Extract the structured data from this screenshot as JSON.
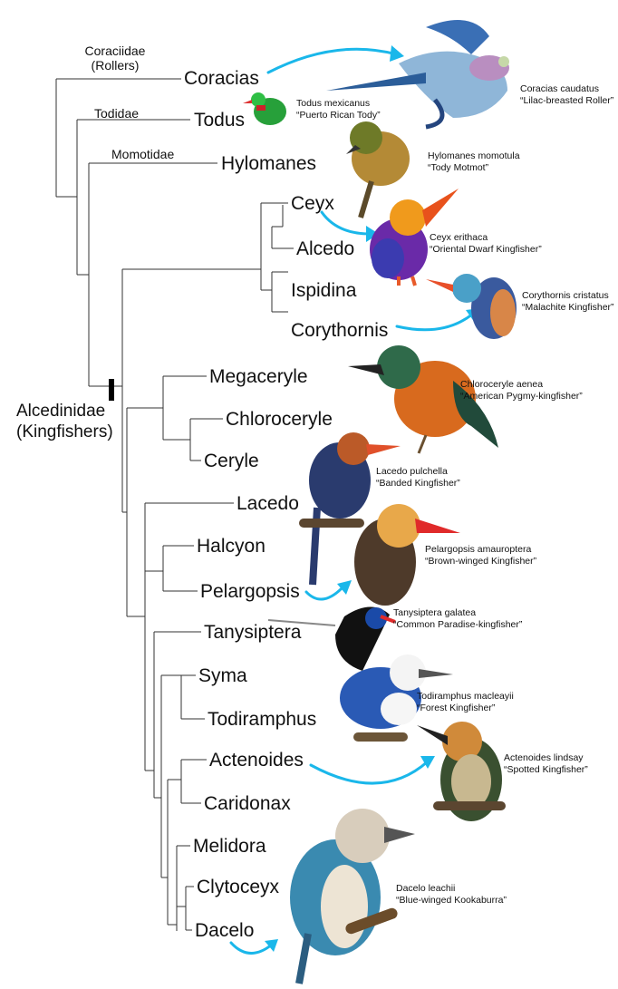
{
  "families": {
    "coraciidae": {
      "name": "Coraciidae",
      "common": "(Rollers)"
    },
    "todidae": {
      "name": "Todidae"
    },
    "momotidae": {
      "name": "Momotidae"
    },
    "alcedinidae": {
      "name": "Alcedinidae",
      "common": "(Kingfishers)"
    }
  },
  "genera": [
    "Coracias",
    "Todus",
    "Hylomanes",
    "Ceyx",
    "Alcedo",
    "Ispidina",
    "Corythornis",
    "Megaceryle",
    "Chloroceryle",
    "Ceryle",
    "Lacedo",
    "Halcyon",
    "Pelargopsis",
    "Tanysiptera",
    "Syma",
    "Todiramphus",
    "Actenoides",
    "Caridonax",
    "Melidora",
    "Clytoceyx",
    "Dacelo"
  ],
  "species": [
    {
      "sci": "Coracias caudatus",
      "common": "“Lilac-breasted Roller”"
    },
    {
      "sci": "Todus mexicanus",
      "common": "“Puerto Rican Tody”"
    },
    {
      "sci": "Hylomanes momotula",
      "common": "“Tody Motmot”"
    },
    {
      "sci": "Ceyx erithaca",
      "common": "“Oriental Dwarf Kingfisher”"
    },
    {
      "sci": "Corythornis cristatus",
      "common": "“Malachite Kingfisher”"
    },
    {
      "sci": "Chloroceryle aenea",
      "common": "“American Pygmy-kingfisher”"
    },
    {
      "sci": "Lacedo pulchella",
      "common": "“Banded Kingfisher”"
    },
    {
      "sci": "Pelargopsis amauroptera",
      "common": "“Brown-winged Kingfisher”"
    },
    {
      "sci": "Tanysiptera galatea",
      "common": "“Common Paradise-kingfisher”"
    },
    {
      "sci": "Todiramphus macleayii",
      "common": "“Forest Kingfisher”"
    },
    {
      "sci": "Actenoides lindsay",
      "common": "“Spotted Kingfisher”"
    },
    {
      "sci": "Dacelo leachii",
      "common": "“Blue-winged Kookaburra”"
    }
  ],
  "colors": {
    "branch": "#333333",
    "arrow": "#1ab7ea",
    "node_marker": "#000000"
  },
  "icons": {
    "arrow": "curved-arrow-icon",
    "node_marker": "node-bar-icon",
    "bird": "bird-photo"
  }
}
